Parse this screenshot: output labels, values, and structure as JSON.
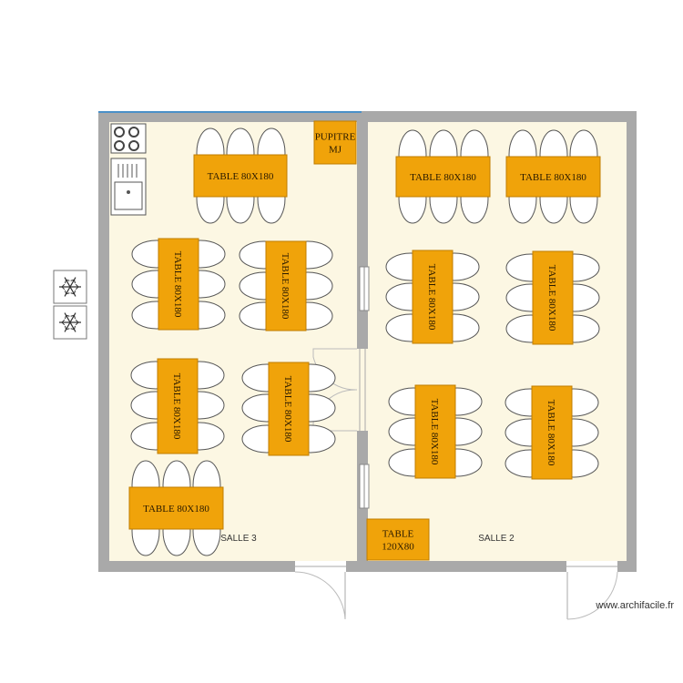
{
  "rooms": [
    {
      "label": "SALLE 3"
    },
    {
      "label": "SALLE 2"
    }
  ],
  "tables": {
    "standard_label": "TABLE 80X180",
    "small_label": "TABLE 120X80",
    "desk_label_line1": "PUPITRE",
    "desk_label_line2": "MJ"
  },
  "watermark": "www.archifacile.fr",
  "colors": {
    "floor": "#fcf7e3",
    "wall": "#a9a9a9",
    "table": "#f0a30a",
    "table_border": "#c07d00",
    "chair_stroke": "#555555",
    "top_wall_accent": "#4a90c8"
  },
  "icons": {
    "stove": "stove-icon",
    "sink": "sink-icon",
    "freezer": "snowflake-icon"
  }
}
